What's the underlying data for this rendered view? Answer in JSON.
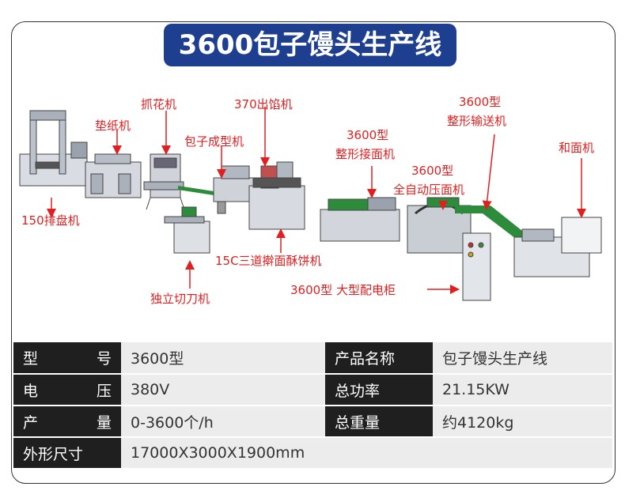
{
  "title": "3600包子馒头生产线",
  "labels": {
    "pan": "150排盘机",
    "paper": "垫纸机",
    "flower": "抓花机",
    "shaper": "包子成型机",
    "filler": "370出馅机",
    "cutter": "独立切刀机",
    "roller": "15C三道擀面酥饼机",
    "receive_1": "3600型",
    "receive_2": "整形接面机",
    "press_1": "3600型",
    "press_2": "全自动压面机",
    "conveyor_1": "3600型",
    "conveyor_2": "整形输送机",
    "mixer": "和面机",
    "cabinet": "3600型 大型配电柜"
  },
  "specs": {
    "model_key": [
      "型",
      "号"
    ],
    "model_val": "3600型",
    "product_key": "产品名称",
    "product_val": "包子馒头生产线",
    "voltage_key": [
      "电",
      "压"
    ],
    "voltage_val": "380V",
    "power_key": "总功率",
    "power_val": "21.15KW",
    "output_key": [
      "产",
      "量"
    ],
    "output_val": "0-3600个/h",
    "weight_key": "总重量",
    "weight_val": "约4120kg",
    "size_key": "外形尺寸",
    "size_val": "17000X3000X1900mm"
  },
  "colors": {
    "title_bg": "#1e3f8f",
    "label": "#e02020",
    "green": "#2d8c3c"
  }
}
